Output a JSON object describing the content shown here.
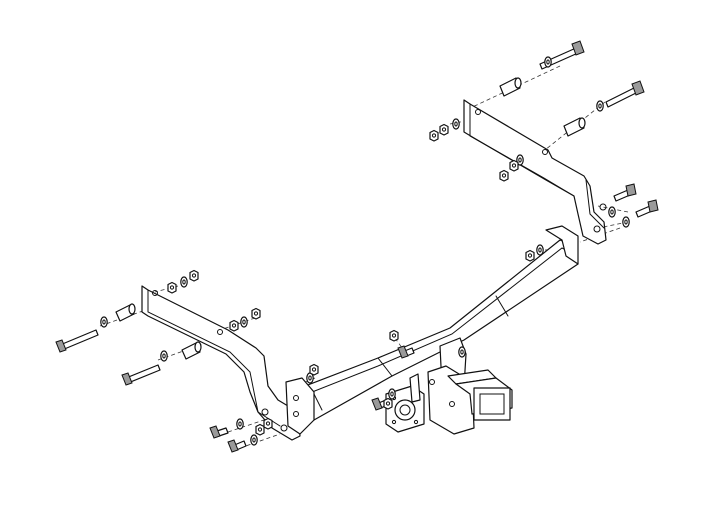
{
  "figure": {
    "kind": "exploded-assembly-drawing",
    "subject": "tow-hitch-receiver",
    "line_color": "#111111",
    "background": "#ffffff",
    "fill_color": "#ffffff",
    "text_labels": []
  },
  "parts": [
    {
      "name": "cross-bar",
      "count": 1
    },
    {
      "name": "left-side-bracket",
      "count": 1
    },
    {
      "name": "right-side-bracket",
      "count": 1
    },
    {
      "name": "receiver-tube",
      "count": 1
    },
    {
      "name": "socket-plate",
      "count": 1
    },
    {
      "name": "long-bolt",
      "count": 4
    },
    {
      "name": "spacer-tube",
      "count": 4
    },
    {
      "name": "short-bolt",
      "count": 6
    },
    {
      "name": "washer",
      "count": 16
    },
    {
      "name": "nut",
      "count": 14
    }
  ]
}
